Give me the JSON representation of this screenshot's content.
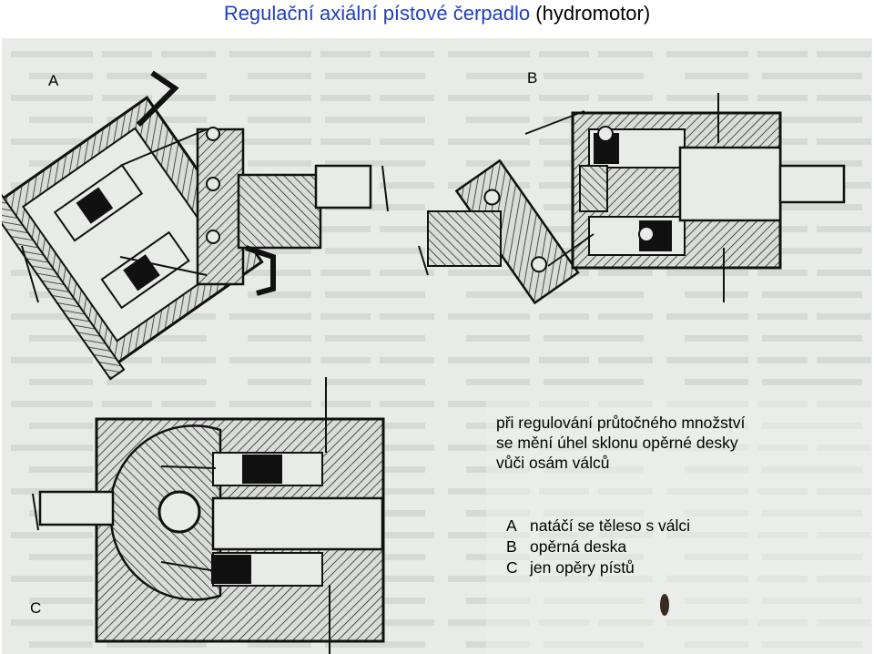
{
  "title": {
    "main": "Regulační axiální pístové čerpadlo",
    "suffix": "(hydromotor)"
  },
  "panels": {
    "a": "A",
    "b": "B",
    "c": "C"
  },
  "caption": [
    "při regulování průtočného množství",
    "se mění úhel sklonu opěrné desky",
    "vůči osám válců"
  ],
  "legend": [
    {
      "key": "A",
      "text": "natáčí se těleso s válci"
    },
    {
      "key": "B",
      "text": "opěrná deska"
    },
    {
      "key": "C",
      "text": "jen opěry pístů"
    }
  ],
  "colors": {
    "title_blue": "#1f3fbf",
    "paper": "#e9ebe8"
  }
}
